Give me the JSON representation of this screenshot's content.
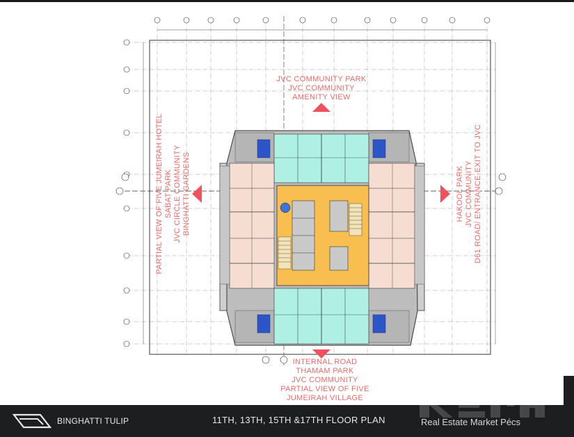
{
  "plot_labels": {
    "north_view": [
      "JVC COMMUNITY PARK",
      "JVC COMMUNITY",
      "AMENITY VIEW"
    ],
    "west_view": [
      "PARTIAL VIEW OF FIVE JUMEIRAH HOTEL",
      "SABAT PARK",
      "JVC CIRCLE COMMUNITY",
      "BINGHATTI GARDENS"
    ],
    "east_view": [
      "HAKOOL PARK",
      "JVC COMMUNITY",
      "D61 ROAD/ ENTRANCE-EXIT TO JVC"
    ],
    "south_view": [
      "INTERNAL ROAD",
      "THAMAM PARK",
      "JVC COMMUNITY",
      "PARTIAL VIEW OF FIVE",
      "JUMEIRAH VILLAGE"
    ]
  },
  "footer": {
    "brand": "BINGHATTI TULIP",
    "plan_title": "11TH, 13TH, 15TH &17TH FLOOR PLAN",
    "agency": "Real Estate Market Pécs",
    "logo_icon": "binghatti-logo-icon"
  },
  "colors": {
    "view_text": "#ea6b6b",
    "arrow": "#f0525c",
    "unit_teal": "#aef0e3",
    "unit_peach": "#f6ddd1",
    "core_yellow": "#f8be4f",
    "terrace": "#b1b1b1",
    "pool_blue": "#2c56c8",
    "footer_bg": "#1d1e20"
  }
}
